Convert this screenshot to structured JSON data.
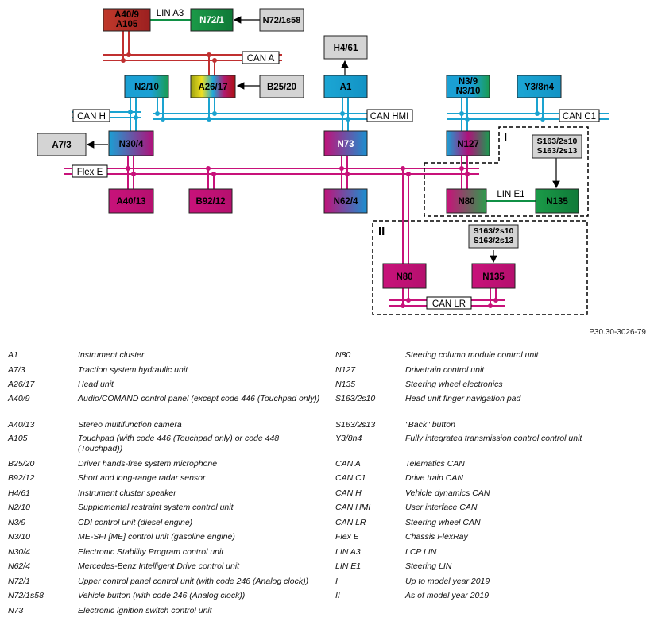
{
  "colors": {
    "can_blue": "#1aa3d0",
    "flex_magenta": "#c8127a",
    "lin_green": "#109045",
    "can_a_red": "#c03030",
    "gray_box": "#d4d4d4"
  },
  "nodes": {
    "a40_9": "A40/9\nA105",
    "n72_1": "N72/1",
    "n72_1s58": "N72/1s58",
    "h4_61": "H4/61",
    "n2_10": "N2/10",
    "a26_17": "A26/17",
    "b25_20": "B25/20",
    "a1": "A1",
    "n3_9": "N3/9\nN3/10",
    "y3_8n4": "Y3/8n4",
    "a7_3": "A7/3",
    "n30_4": "N30/4",
    "n73": "N73",
    "n127": "N127",
    "s163_top": "S163/2s10\nS163/2s13",
    "n80_top": "N80",
    "n135_top": "N135",
    "a40_13": "A40/13",
    "b92_12": "B92/12",
    "n62_4": "N62/4",
    "s163_bottom": "S163/2s10\nS163/2s13",
    "n80_bottom": "N80",
    "n135_bottom": "N135"
  },
  "bus_labels": {
    "lin_a3": "LIN A3",
    "can_a": "CAN A",
    "can_h": "CAN H",
    "can_hmi": "CAN HMI",
    "can_c1": "CAN C1",
    "flex_e": "Flex E",
    "lin_e1": "LIN E1",
    "can_lr": "CAN LR"
  },
  "variant_labels": {
    "one": "I",
    "two": "II"
  },
  "figure_ref": "P30.30-3026-79",
  "legend_left": [
    {
      "code": "A1",
      "desc": "Instrument cluster"
    },
    {
      "code": "A7/3",
      "desc": "Traction system hydraulic unit"
    },
    {
      "code": "A26/17",
      "desc": "Head unit"
    },
    {
      "code": "A40/9",
      "desc": "Audio/COMAND control panel (except code 446 (Touchpad only))"
    },
    {
      "code": "A40/13",
      "desc": "Stereo multifunction camera"
    },
    {
      "code": "A105",
      "desc": "Touchpad (with code 446 (Touchpad only) or code 448 (Touchpad))"
    },
    {
      "code": "B25/20",
      "desc": "Driver hands-free system microphone"
    },
    {
      "code": "B92/12",
      "desc": "Short and long-range radar sensor"
    },
    {
      "code": "H4/61",
      "desc": "Instrument cluster speaker"
    },
    {
      "code": "N2/10",
      "desc": "Supplemental restraint system control unit"
    },
    {
      "code": "N3/9",
      "desc": "CDI control unit (diesel engine)"
    },
    {
      "code": "N3/10",
      "desc": "ME-SFI [ME] control unit (gasoline engine)"
    },
    {
      "code": "N30/4",
      "desc": "Electronic Stability Program control unit"
    },
    {
      "code": "N62/4",
      "desc": "Mercedes-Benz Intelligent Drive control unit"
    },
    {
      "code": "N72/1",
      "desc": "Upper control panel control unit (with code 246 (Analog clock))"
    },
    {
      "code": "N72/1s58",
      "desc": "Vehicle button (with code 246 (Analog clock))"
    },
    {
      "code": "N73",
      "desc": "Electronic ignition switch control unit"
    }
  ],
  "legend_right": [
    {
      "code": "N80",
      "desc": "Steering column module control unit"
    },
    {
      "code": "N127",
      "desc": "Drivetrain control unit"
    },
    {
      "code": "N135",
      "desc": "Steering wheel electronics"
    },
    {
      "code": "S163/2s10",
      "desc": "Head unit finger navigation pad"
    },
    {
      "code": "S163/2s13",
      "desc": "\"Back\" button"
    },
    {
      "code": "Y3/8n4",
      "desc": "Fully integrated transmission control control unit"
    },
    {
      "code": "CAN A",
      "desc": "Telematics CAN"
    },
    {
      "code": "CAN C1",
      "desc": "Drive train CAN"
    },
    {
      "code": "CAN H",
      "desc": "Vehicle dynamics CAN"
    },
    {
      "code": "CAN HMI",
      "desc": "User interface CAN"
    },
    {
      "code": "CAN LR",
      "desc": "Steering wheel CAN"
    },
    {
      "code": "Flex E",
      "desc": "Chassis FlexRay"
    },
    {
      "code": "LIN A3",
      "desc": "LCP LIN"
    },
    {
      "code": "LIN E1",
      "desc": "Steering LIN"
    },
    {
      "code": "I",
      "desc": "Up to model year 2019"
    },
    {
      "code": "II",
      "desc": "As of model year 2019"
    }
  ]
}
